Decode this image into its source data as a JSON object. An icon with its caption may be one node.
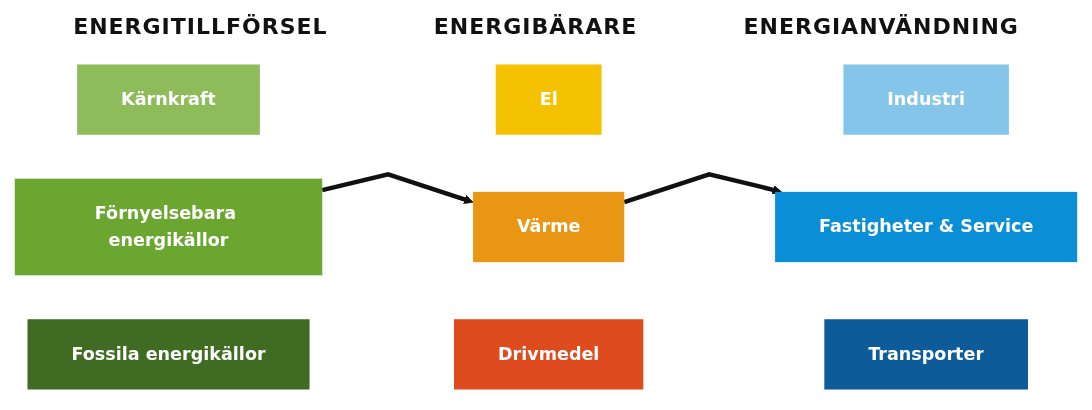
{
  "diagram": {
    "nodes": [
      {
        "text": [
          "Kärnkraft"
        ]
      },
      {
        "text": [
          "Förnyelsebara energikällor"
        ]
      },
      {
        "text": [
          "Fossila energikällor"
        ]
      },
      {
        "text": [
          "El"
        ]
      },
      {
        "text": [
          "Värme"
        ]
      },
      {
        "text": [
          "Drivmedel"
        ]
      },
      {
        "text": [
          "Industri"
        ]
      },
      {
        "text": [
          "Fastigheter & Service"
        ]
      },
      {
        "text": [
          "Transporter"
        ]
      }
    ],
    "edges": [
      {
        "from": 1,
        "to": 4,
        "arrow": "to"
      },
      {
        "from": 4,
        "to": 7,
        "arrow": "to"
      }
    ],
    "labels": [
      "ENERGITILLFÖRSEL",
      "ENERGIBÄRARE",
      "ENERGIANVÄNDNING"
    ]
  }
}
